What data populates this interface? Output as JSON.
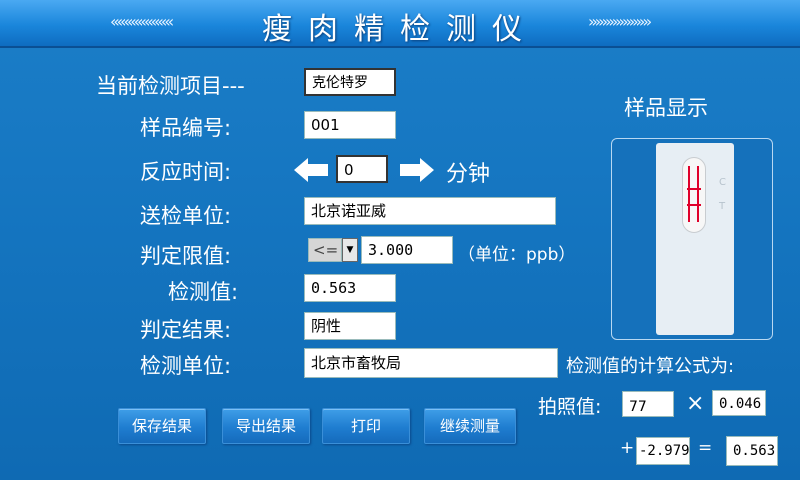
{
  "header": {
    "title": "瘦肉精检测仪",
    "chevrons_left": "«««««««««",
    "chevrons_right": "»»»»»»»»»"
  },
  "form": {
    "item_label": "当前检测项目---",
    "item_value": "克伦特罗",
    "sample_no_label": "样品编号:",
    "sample_no_value": "001",
    "reaction_time_label": "反应时间:",
    "reaction_time_value": "0",
    "reaction_time_unit": "分钟",
    "sender_label": "送检单位:",
    "sender_value": "北京诺亚威",
    "limit_label": "判定限值:",
    "limit_operator": "<=",
    "limit_value": "3.000",
    "limit_unit": "（单位：ppb）",
    "measured_label": "检测值:",
    "measured_value": "0.563",
    "result_label": "判定结果:",
    "result_value": "阴性",
    "lab_label": "检测单位:",
    "lab_value": "北京市畜牧局"
  },
  "sample": {
    "title": "样品显示",
    "c_mark": "C",
    "t_mark": "T"
  },
  "formula": {
    "title": "检测值的计算公式为:",
    "photo_label": "拍照值:",
    "photo_value": "77",
    "times": "×",
    "coef": "0.046",
    "plus": "+",
    "offset": "-2.979",
    "equals": "=",
    "result": "0.563"
  },
  "buttons": {
    "save": "保存结果",
    "export": "导出结果",
    "print": "打印",
    "continue": "继续测量"
  },
  "colors": {
    "accent_red": "#e0002a",
    "bg_blue": "#1474bf"
  }
}
